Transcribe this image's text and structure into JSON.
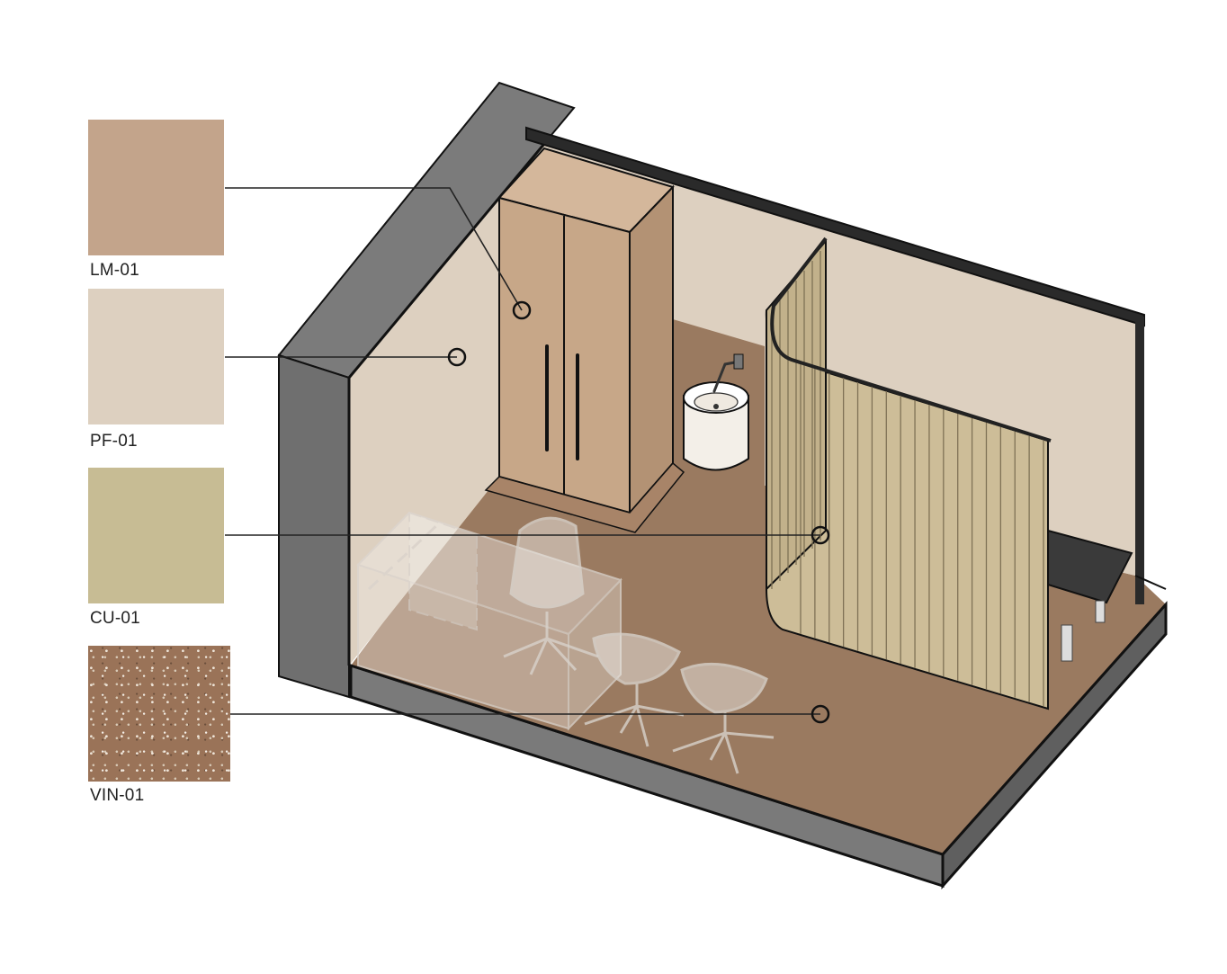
{
  "legend": {
    "swatches": [
      {
        "code": "LM-01",
        "color": "#c3a48b",
        "texture": "solid"
      },
      {
        "code": "PF-01",
        "color": "#ddd0c0",
        "texture": "solid"
      },
      {
        "code": "CU-01",
        "color": "#c7bc94",
        "texture": "solid"
      },
      {
        "code": "VIN-01",
        "color": "#9a7358",
        "texture": "speckled"
      }
    ]
  },
  "colors": {
    "wall_cut": "#7a7a7a",
    "wall_cut_dark": "#5c5c5c",
    "wall_interior": "#ddd0c0",
    "floor": "#9a7a60",
    "cabinet": "#c7a788",
    "cabinet_shadow": "#b39274",
    "curtain": "#cdbd98",
    "curtain_shadow": "#b3a47f",
    "outline": "#111111"
  }
}
